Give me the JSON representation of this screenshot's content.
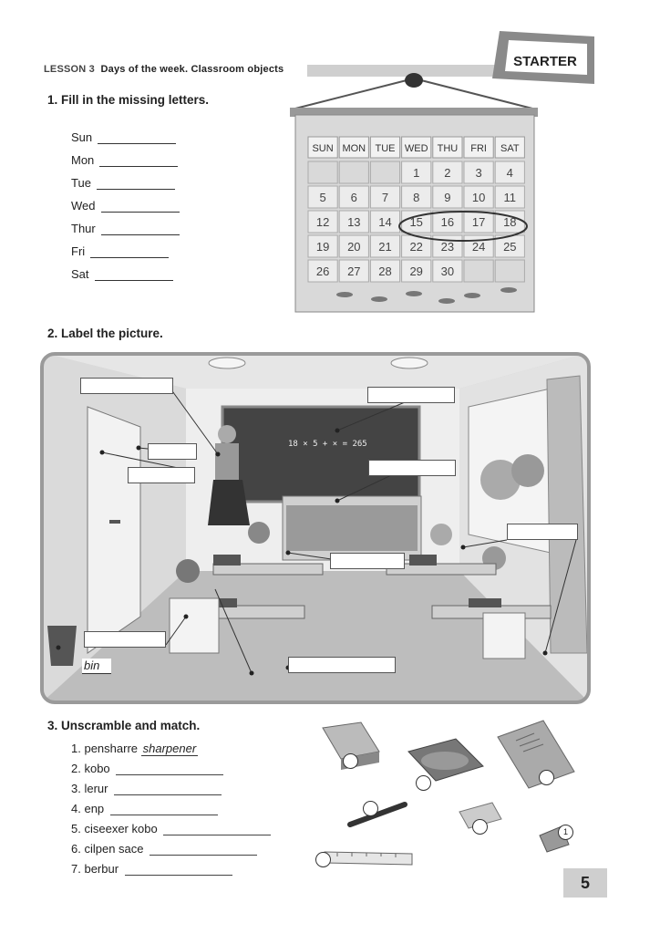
{
  "header": {
    "lesson_num": "LESSON 3",
    "lesson_title": "Days of the week. Classroom objects",
    "starter": "STARTER"
  },
  "exercise1": {
    "title": "1.  Fill in the missing letters.",
    "days": [
      "Sun",
      "Mon",
      "Tue",
      "Wed",
      "Thur",
      "Fri",
      "Sat"
    ]
  },
  "calendar": {
    "weekdays": [
      "SUN",
      "MON",
      "TUE",
      "WED",
      "THU",
      "FRI",
      "SAT"
    ],
    "weeks": [
      [
        "",
        "",
        "",
        "1",
        "2",
        "3",
        "4"
      ],
      [
        "5",
        "6",
        "7",
        "8",
        "9",
        "10",
        "11"
      ],
      [
        "12",
        "13",
        "14",
        "15",
        "16",
        "17",
        "18"
      ],
      [
        "19",
        "20",
        "21",
        "22",
        "23",
        "24",
        "25"
      ],
      [
        "26",
        "27",
        "28",
        "29",
        "30",
        "",
        ""
      ]
    ]
  },
  "exercise2": {
    "title": "2.  Label the picture.",
    "board_text": "18 × 5 + × = 265",
    "bin_label": "bin"
  },
  "exercise3": {
    "title": "3.  Unscramble and match.",
    "items": [
      {
        "n": "1.",
        "word": "pensharre",
        "answer": "sharpener"
      },
      {
        "n": "2.",
        "word": "kobo",
        "answer": ""
      },
      {
        "n": "3.",
        "word": "lerur",
        "answer": ""
      },
      {
        "n": "4.",
        "word": "enp",
        "answer": ""
      },
      {
        "n": "5.",
        "word": "ciseexer kobo",
        "answer": ""
      },
      {
        "n": "6.",
        "word": "cilpen sace",
        "answer": ""
      },
      {
        "n": "7.",
        "word": "berbur",
        "answer": ""
      }
    ],
    "sharpener_circle": "1"
  },
  "page_number": "5"
}
